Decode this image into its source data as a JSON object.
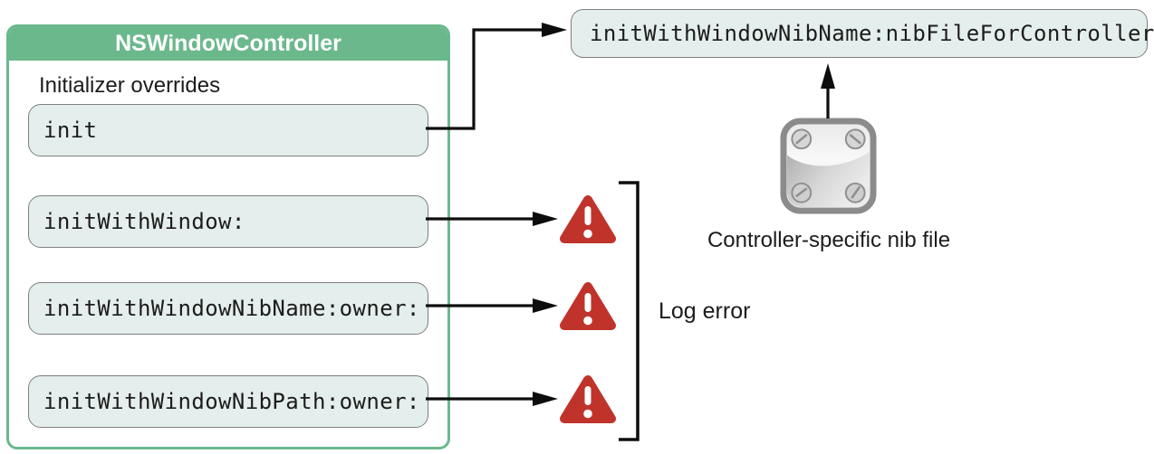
{
  "colors": {
    "green": "#6bb88d",
    "box_fill": "#e4eeec",
    "box_border": "#7f7f7f",
    "warning_red": "#c0332b",
    "line": "#0d0d0d",
    "text": "#1c1c1c",
    "header_text": "#ffffff",
    "nib_gray": "#8b8b8b",
    "bg": "#ffffff"
  },
  "class_box": {
    "title": "NSWindowController",
    "section_label": "Initializer overrides",
    "methods": [
      {
        "label": "init"
      },
      {
        "label": "initWithWindow:"
      },
      {
        "label": "initWithWindowNibName:owner:"
      },
      {
        "label": "initWithWindowNibPath:owner:"
      }
    ]
  },
  "designated_initializer": {
    "label": "initWithWindowNibName:nibFileForController"
  },
  "nib_file": {
    "caption": "Controller-specific nib file",
    "icon": "nib-file-icon"
  },
  "log_error": {
    "label": "Log error"
  },
  "icons": {
    "warning": "warning-triangle-icon"
  }
}
